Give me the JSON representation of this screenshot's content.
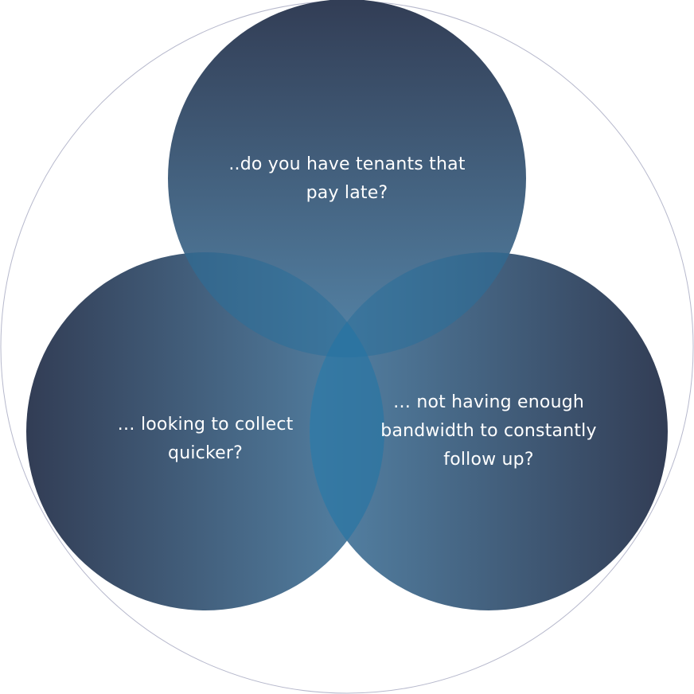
{
  "diagram": {
    "type": "venn",
    "circles": [
      {
        "id": "top",
        "text": "..do you have tenants that pay late?"
      },
      {
        "id": "left",
        "text": "… looking to collect quicker?"
      },
      {
        "id": "right",
        "text": "… not having enough bandwidth to constantly follow up?"
      }
    ]
  },
  "colors": {
    "outer_ring": "#b6b8cc",
    "circle_dark": "#323d55",
    "circle_light": "#4f7c9e",
    "overlap_blue": "#2a6f9a",
    "text": "#ffffff"
  }
}
